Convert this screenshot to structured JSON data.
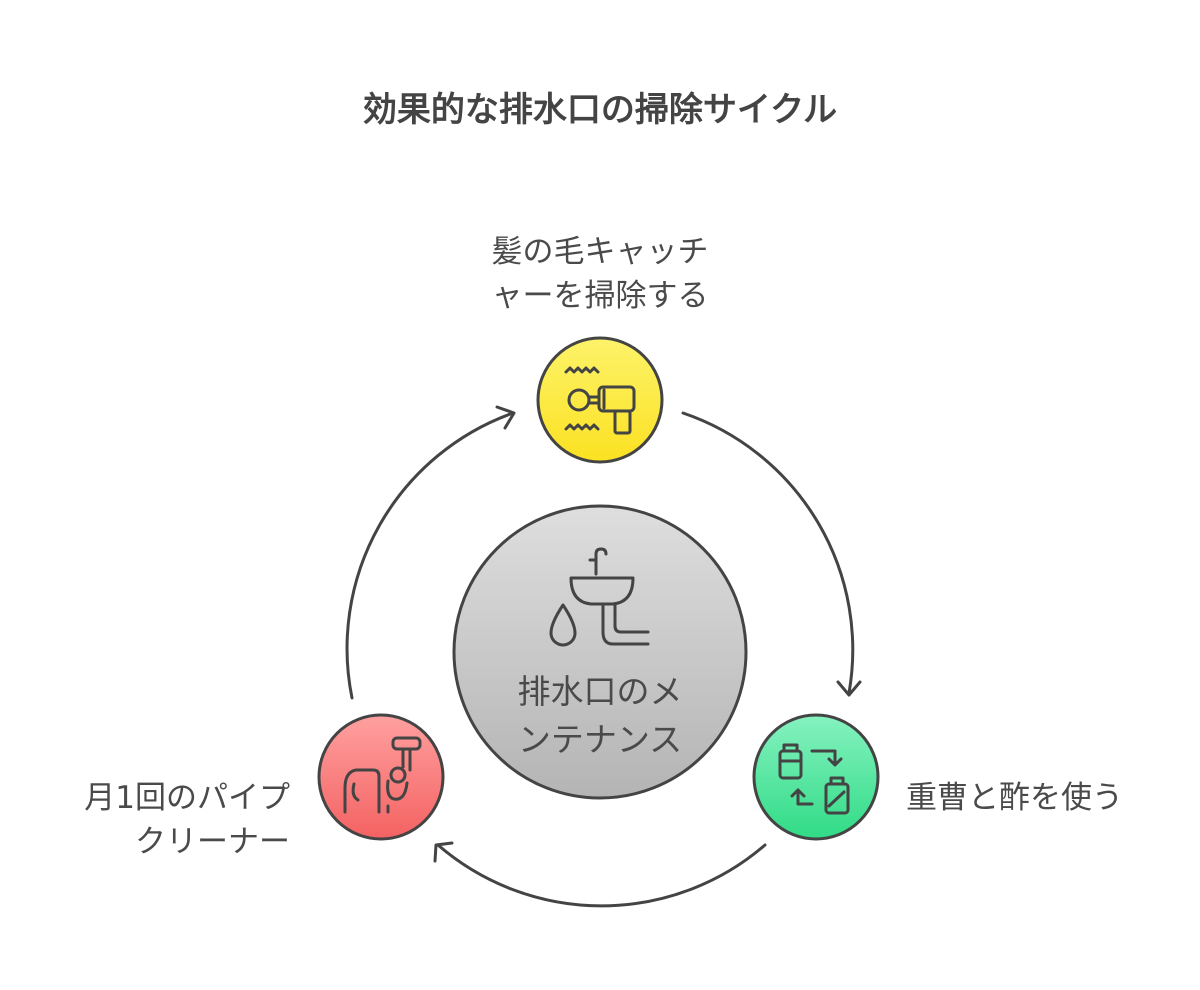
{
  "title": "効果的な排水口の掃除サイクル",
  "center": {
    "line1": "排水口のメ",
    "line2": "ンテナンス",
    "icon": "sink-icon"
  },
  "nodes": [
    {
      "id": "hair",
      "line1": "髪の毛キャッチ",
      "line2": "ャーを掃除する",
      "icon": "hair-dryer-icon",
      "color": "#fde93b"
    },
    {
      "id": "soda",
      "line1": "重曹と酢を使う",
      "icon": "bottles-cycle-icon",
      "color": "#4ee29a"
    },
    {
      "id": "pipe",
      "line1": "月1回のパイプ",
      "line2": "クリーナー",
      "icon": "pipe-cleaner-icon",
      "color": "#f86e6e"
    }
  ],
  "colors": {
    "yellow": "#fde93b",
    "green": "#4ee29a",
    "red": "#f86e6e",
    "gray": "#c4c4c4",
    "stroke": "#444444"
  }
}
